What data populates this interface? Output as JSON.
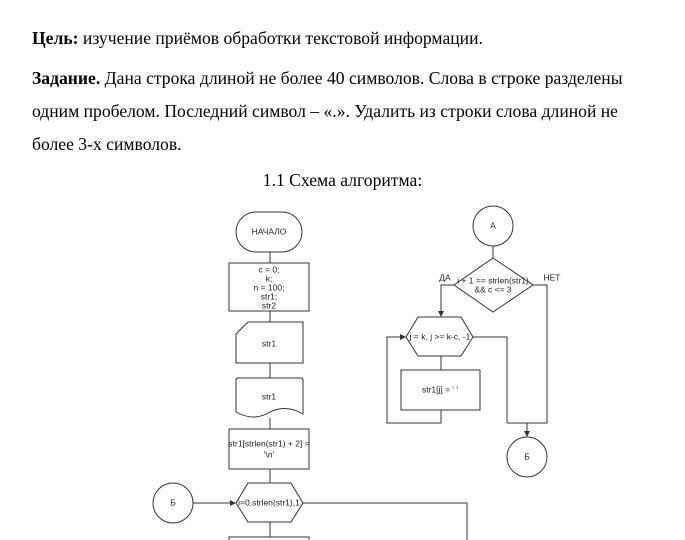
{
  "goal": {
    "label": "Цель:",
    "text": " изучение приёмов обработки текстовой информации."
  },
  "task": {
    "label": "Задание.",
    "line1": " Дана строка длиной не более 40 символов. Слова в строке разделены",
    "line2": "одним пробелом. Последний символ – «.». Удалить из строки слова длиной не",
    "line3": "более 3-х символов."
  },
  "caption": "1.1 Схема алгоритма:",
  "flowchart": {
    "start": "НАЧАЛО",
    "init": [
      "c = 0;",
      "k;",
      "n = 100;",
      "str1;",
      "str2"
    ],
    "input": "str1",
    "output": "str1",
    "assign": [
      "str1[strlen(str1) + 2] =",
      "'\\n'"
    ],
    "loop_i": "i=0,strlen(str1),1",
    "connector_b_left": "Б",
    "connector_a": "А",
    "condition": [
      "i + 1 == strlen(str1)",
      "&& c <= 3"
    ],
    "yes_label": "ДА",
    "no_label": "НЕТ",
    "loop_j": "j = k, j >= k-c, -1",
    "assign_j": "str1[j] = ' '",
    "connector_b_right": "Б"
  }
}
